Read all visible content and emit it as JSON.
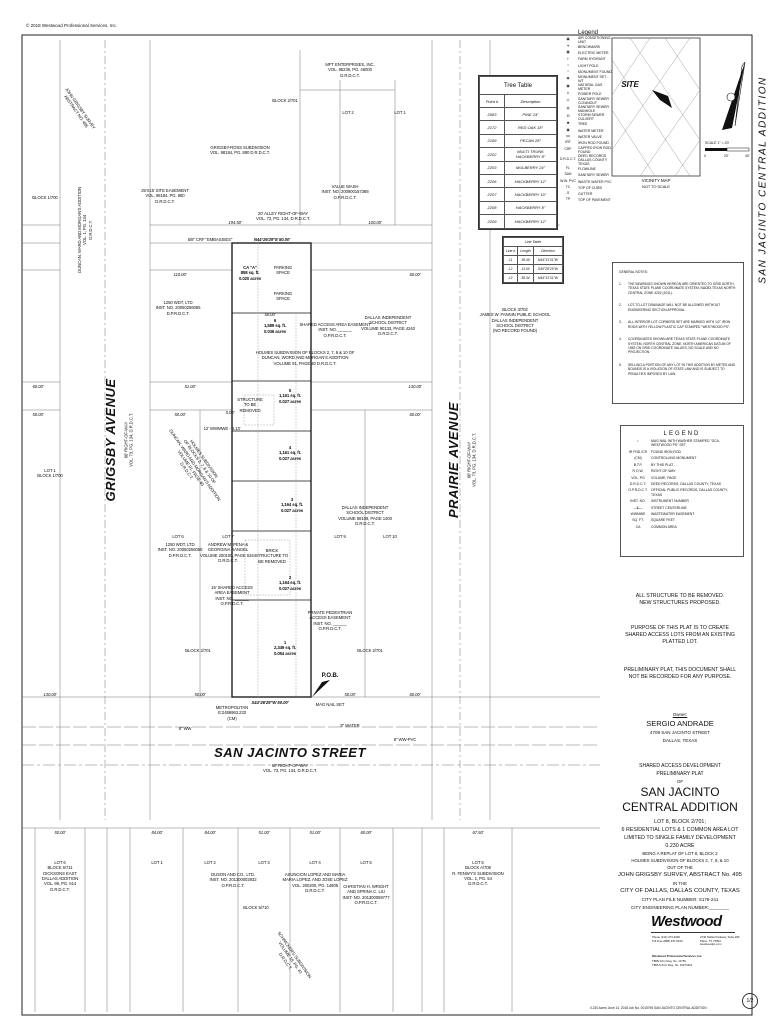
{
  "header": {
    "copyright": "© 2018 Westwood Professional Services, Inc."
  },
  "vertical_title": "SAN JACINTO CENTRAL ADDITION",
  "legend_top": {
    "title": "Legend",
    "items": [
      {
        "symbol": "▣",
        "label": "AIR CONDITIONING UNIT"
      },
      {
        "symbol": "✦",
        "label": "BENCHMARK"
      },
      {
        "symbol": "▣",
        "label": "ELECTRIC METER"
      },
      {
        "symbol": "†",
        "label": "FARM HYDRANT"
      },
      {
        "symbol": "☼",
        "label": "LIGHT POLE"
      },
      {
        "symbol": "○",
        "label": "MONUMENT FOUND"
      },
      {
        "symbol": "◉",
        "label": "MONUMENT SET - N/T"
      },
      {
        "symbol": "▣",
        "label": "NATURAL GAS METER"
      },
      {
        "symbol": "ǂ",
        "label": "POWER POLE"
      },
      {
        "symbol": "◎",
        "label": "SANITARY SEWER CLEANOUT"
      },
      {
        "symbol": "◍",
        "label": "SANITARY SEWER MANHOLE"
      },
      {
        "symbol": "⊟",
        "label": "STORM SEWER CULVERT"
      },
      {
        "symbol": "✱",
        "label": "TREE"
      },
      {
        "symbol": "▣",
        "label": "WATER METER"
      },
      {
        "symbol": "⋈",
        "label": "WATER VALVE"
      },
      {
        "symbol": "IRF",
        "label": "IRON ROD FOUND"
      },
      {
        "symbol": "CRF",
        "label": "CAPPED IRON ROD FOUND"
      },
      {
        "symbol": "D.R.D.C.T.",
        "label": "DEED RECORDS DALLAS COUNTY TEXAS"
      },
      {
        "symbol": "FL",
        "label": "FLOWLINE"
      },
      {
        "symbol": "SAN",
        "label": "SANITARY SEWER"
      },
      {
        "symbol": "W.W. PVC",
        "label": "WASTE WATER PVC"
      },
      {
        "symbol": "TC",
        "label": "TOP OF CURB"
      },
      {
        "symbol": "G",
        "label": "GUTTER"
      },
      {
        "symbol": "TP",
        "label": "TOP OF PAVEMENT"
      }
    ]
  },
  "tree_table": {
    "title": "Tree Table",
    "headers": [
      "Point #",
      "Description"
    ],
    "rows": [
      [
        "2083",
        "PINE 24\""
      ],
      [
        "2172",
        "RED OAK 18\""
      ],
      [
        "2189",
        "PECAN 28\""
      ],
      [
        "2202",
        "MULTI TRUNK HACKBERRY 8\""
      ],
      [
        "2203",
        "MULBERRY 24\""
      ],
      [
        "2206",
        "HACKBERRY 12\""
      ],
      [
        "2207",
        "HACKBERRY 10\""
      ],
      [
        "2208",
        "HACKBERRY 8\""
      ],
      [
        "2209",
        "HACKBERRY 12\""
      ]
    ]
  },
  "line_table": {
    "title": "Line Table",
    "headers": [
      "Line #",
      "Length",
      "Direction"
    ],
    "rows": [
      [
        "L1",
        "38.49",
        "N44°31'31\"W"
      ],
      [
        "L2",
        "13.00",
        "S45°28'29\"W"
      ],
      [
        "L3",
        "38.34",
        "N44°31'31\"W"
      ]
    ]
  },
  "vicinity_map": {
    "site": "SITE",
    "title": "VICINITY MAP",
    "subtitle": "NOT TO SCALE"
  },
  "scale": {
    "label": "SCALE 1\" = 20'",
    "ticks": [
      "0",
      "20'",
      "40'"
    ]
  },
  "general_notes": {
    "title": "GENERAL NOTES:",
    "notes": [
      {
        "num": "1.",
        "text": "THE BEARINGS SHOWN HEREON ARE ORIENTED TO GRID NORTH, TEXAS STATE PLANE COORDINATE SYSTEM, NAD83 TEXAS NORTH CENTRAL ZONE 4202 (2011)."
      },
      {
        "num": "2.",
        "text": "LOT-TO-LOT DRAINAGE WILL NOT BE ALLOWED WITHOUT ENGINEERING SECTION APPROVAL."
      },
      {
        "num": "3.",
        "text": "ALL INTERIOR LOT CORNERS SET ARE MARKED WITH 1/2\" IRON RODS WITH YELLOW PLASTIC CAP STAMPED \"WESTWOOD PS\"."
      },
      {
        "num": "4.",
        "text": "COORDINATES SHOWN ARE TEXAS STATE PLANE COORDINATE SYSTEM, NORTH CENTRAL ZONE, NORTH AMERICAN DATUM OF 1983 ON GRID COORDINATE VALUES, NO SCALE AND NO PROJECTION."
      },
      {
        "num": "5.",
        "text": "SELLING A PORTION OF ANY LOT IN THIS ADDITION BY METES AND BOUNDS IS A VIOLATION OF STATE LAW AND IS SUBJECT TO PENALTIES IMPOSED BY LAW."
      }
    ]
  },
  "legend": {
    "title": "LEGEND",
    "items": [
      {
        "symbol": "○",
        "label": "MAG NAIL WITH WASHER STAMPED \"DCA, WESTWOOD PS\" SET"
      },
      {
        "symbol": "IR FND./CR",
        "label": "FOUND IRON ROD"
      },
      {
        "symbol": "(CM)",
        "label": "CONTROLLING MONUMENT"
      },
      {
        "symbol": "B.T.P.",
        "label": "BY THIS PLAT"
      },
      {
        "symbol": "R.O.W.",
        "label": "RIGHT-OF-WAY"
      },
      {
        "symbol": "VOL, PG",
        "label": "VOLUME, PAGE"
      },
      {
        "symbol": "D.R.D.C.T.",
        "label": "DEED RECORDS, DALLAS COUNTY, TEXAS"
      },
      {
        "symbol": "O.P.R.D.C.T.",
        "label": "OFFICIAL PUBLIC RECORDS, DALLAS COUNTY, TEXAS"
      },
      {
        "symbol": "INST. NO.",
        "label": "INSTRUMENT NUMBER"
      },
      {
        "symbol": "—℄—",
        "label": "STREET CENTERLINE"
      },
      {
        "symbol": "WWMWE",
        "label": "WASTEWATER EASEMENT"
      },
      {
        "symbol": "SQ. FT.",
        "label": "SQUARE FEET"
      },
      {
        "symbol": "CA",
        "label": "COMMON AREA"
      }
    ]
  },
  "statements": [
    "ALL STRUCTURE TO BE REMOVED.\nNEW STRUCTURES PROPOSED.",
    "PURPOSE OF THIS PLAT IS TO CREATE\nSHARED ACCESS LOTS FROM AN EXISTING\nPLATTED LOT.",
    "PRELIMINARY PLAT, THIS DOCUMENT SHALL\nNOT BE RECORDED FOR ANY PURPOSE."
  ],
  "owner": {
    "label": "Owner:",
    "name": "SERGIO ANDRADE",
    "address1": "4709 SAN JACINTO STREET",
    "address2": "DALLAS, TEXAS"
  },
  "title_block": {
    "line1": "SHARED ACCESS DEVELOPMENT",
    "line2": "PRELIMINARY PLAT",
    "line3": "OF",
    "name1": "SAN JACINTO",
    "name2": "CENTRAL ADDITION",
    "lot": "LOT 8, BLOCK 2/701;",
    "lots_desc": "6 RESIDENTIAL LOTS & 1 COMMON AREA LOT",
    "limited": "LIMITED TO SINGLE FAMILY DEVELOPMENT",
    "acre": "0.230 ACRE",
    "replat": "BEING A REPLAT OF LOT 8, BLOCK 2",
    "holmes": "HOLMES SUBDIVISION OF BLOCKS 2, 7, 8, & 10",
    "out": "OUT OF THE",
    "survey": "JOHN GRIGSBY SURVEY, ABSTRACT No. 495",
    "in": "IN THE",
    "city": "CITY OF DALLAS, DALLAS COUNTY, TEXAS",
    "file": "CITY PLAN FILE NUMBER: S178-241",
    "eng": "CITY ENGINEERING PLAN NUMBER:________"
  },
  "firm": {
    "logo": "Westwood",
    "phone": "Phone  (214) 473-4640\nToll Free  (888) 937-5150",
    "address": "2740 Dallas Parkway, Suite 280\nPlano, TX 75093\nwestwoodps.com",
    "name": "Westwood Professional Services, Inc.",
    "regs": "TBPE Firm Reg. No. 11756\nTBPLS Firm Reg. No. 10074301",
    "footer": "0.230 Acres  June 14, 2018  Job No. 0015795  SAN JACINTO CENTRAL ADDITION",
    "sheet": "1/2"
  },
  "plat": {
    "streets": {
      "grigsby": "GRIGSBY AVENUE",
      "grigsby_row": "60' RIGHT-OF-WAY\nVOL. 73, PG. 134, D.R.D.C.T.",
      "prairie": "PRAIRIE AVENUE",
      "prairie_row": "60' RIGHT-OF-WAY\nVOL. 73, PG. 134, D.R.D.C.T.",
      "san_jacinto": "SAN JACINTO STREET",
      "san_jacinto_row": "60' RIGHT-OF-WAY\nVOL. 73, PG. 134, D.R.D.C.T.",
      "alley": "20' ALLEY RIGHT-OF-WAY\nVOL. 73, PG. 134, D.R.D.C.T."
    },
    "labels": [
      "BLOCK 1/700",
      "BLOCK 2/701",
      "GRIGSBY-ROSS SUBDIVISION\nVOL. 98184, PG. 880 D.R.D.C.T.",
      "MFT ENTERPRISES, INC.\nVOL. 95236, PG. 46000\nD.R.D.C.T.",
      "LOT 2",
      "LOT 1",
      "VALUE WASH\nINST. NO. 200900157388\nO.P.R.D.C.T.",
      "25'X15' SITE EASEMENT\nVOL. 98184, PG. 880\nD.R.D.C.T.",
      "CA \"A\"\n858 sq. ft.\n0.020 acres",
      "PARKING\nSPACE",
      "PARKING\nSPACE",
      "1250 WDT, LTD\nINST. NO. 20050256065\nD.P.R.D.C.T.",
      "DALLAS INDEPENDENT\nSCHOOL DISTRICT\nVOLUME 90133, PAGE 4240\nD.R.D.C.T.",
      "SHARED ACCESS AREA EASEMENT\nINST. NO. ______\nO.P.R.D.C.T.",
      "HOLMES SUBDIVISION OF BLOCKS 2, 7, 8 & 10 OF\nDUNCAN, WORD AND MORGAN'S ADDITION\nVOLUME 91, PAGE 40 D.R.D.C.T.",
      "BLOCK 3/702\nJAMES W. FANNIN PUBLIC SCHOOL\nDALLAS INDEPENDENT\nSCHOOL DISTRICT\n(NO RECORD FOUND)",
      "6\n1,589 sq. ft.\n0.036 acres",
      "STRUCTURE\nTO BE\nREMOVED",
      "5\n1,161 sq. ft.\n0.027 acres",
      "4\n1,161 sq. ft.\n0.027 acres",
      "3\n1,164 sq. ft.\n0.027 acres",
      "BRICK\nSTRUCTURE TO\nBE REMOVED",
      "2\n1,164 sq. ft.\n0.027 acres",
      "1\n2,349 sq. ft.\n0.054 acres",
      "LOT 1\nBLOCK 1/700",
      "LOT 6",
      "1250 WDT, LTD\nINST. NO. 20050256065\nD.P.R.D.C.T.",
      "LOT 7",
      "ANDREW M. PENA &\nGEORGINA RANGEL\nVOLUME 200100, PAGE 5344\nD.R.D.C.T.",
      "DALLAS INDEPENDENT\nSCHOOL DISTRICT\nVOLUME 88109, PAGE 1400\nD.R.D.C.T.",
      "LOT 9",
      "LOT 10",
      "15' SHARED ACCESS\nAREA EASEMENT\nINST. NO. ______\nO.P.R.D.C.T.",
      "PRIVATE PEDESTRIAN\nACCESS EASEMENT\nINST. NO. ______\nO.P.R.D.C.T.",
      "BLOCK 2/701",
      "BLOCK 2/701",
      "P.O.B.",
      "MAG NAIL SET",
      "S44°26'29\"W 50.00'",
      "N44°26'29\"E 50.00'",
      "12' WWMWE - 8.13'",
      "5/8\" CRF \"EMBASSIES\"",
      "METROPOLITAN\nE:2486963.233\n(CM)",
      "8\" WATER",
      "8\" WW-PVC",
      "8\" WW",
      "JOHN GRIGSBY SURVEY\nABSTRACT NO. 495",
      "DUNCAN, WARD AND MORGAN'S ADDITION\nVOL. 1, PG. 134\nD.R.D.C.T.",
      "HOLMES SUBDIVISION\nOF BLOCKS 2, 7, 8 & 10 OF\nDUNCAN, WARD AND MORGAN'S ADDITION\nVOLUME 91, PAGE 40\nD.R.D.C.T.",
      "SCHRICKER'S SUBDIVISION\nVOLUME 18, PG. 41\nD.R.D.C.T."
    ],
    "dims": [
      "194.50'",
      "100.00'",
      "110.00'",
      "50.00'",
      "60.00'",
      "51.00'",
      "130.00'",
      "60.00'",
      "50.00'",
      "50.00'",
      "60.00'",
      "130.00'",
      "50.00'",
      "60.00'",
      "5.00'",
      "50.00'"
    ],
    "bottom_lots": [
      {
        "dim": "50.00'",
        "text": "LOT 6\nBLOCK 6/711\nDICKSONS EAST\nDALLAS ADDITION\nVOL. 99, PG. 614\nD.R.D.C.T."
      },
      {
        "dim": "84.00'",
        "text": "LOT 1"
      },
      {
        "dim": "84.00'",
        "text": "LOT 2"
      },
      {
        "dim": "51.00'",
        "text": "LOT 3"
      },
      {
        "dim": "51.00'",
        "text": "LOT 4"
      },
      {
        "dim": "60.00'",
        "text": "LOT 5"
      },
      {
        "dim": "67.50'",
        "text": "LOT 5\nBLOCK A/709\nR. FENWY'S SUBDIVISION\nVOL. 1, PG. 54\nD.R.D.C.T."
      }
    ],
    "bottom_owners": [
      "DUSON AND CO., LTD.\nINST. NO. 201300002932\nO.P.R.D.C.T.",
      "ASUNCION LOPEZ AND MARIA\nMARIA LOPEZ, AND JOSE LOPEZ\nVOL. 200200, PG. 14805\nD.R.D.C.T.",
      "CHRISTIAN H. WRIGHT\nAND SPRINA C. LIU\nINST. NO. 201300059777\nO.P.R.D.C.T.",
      "BLOCK 5/710"
    ]
  }
}
